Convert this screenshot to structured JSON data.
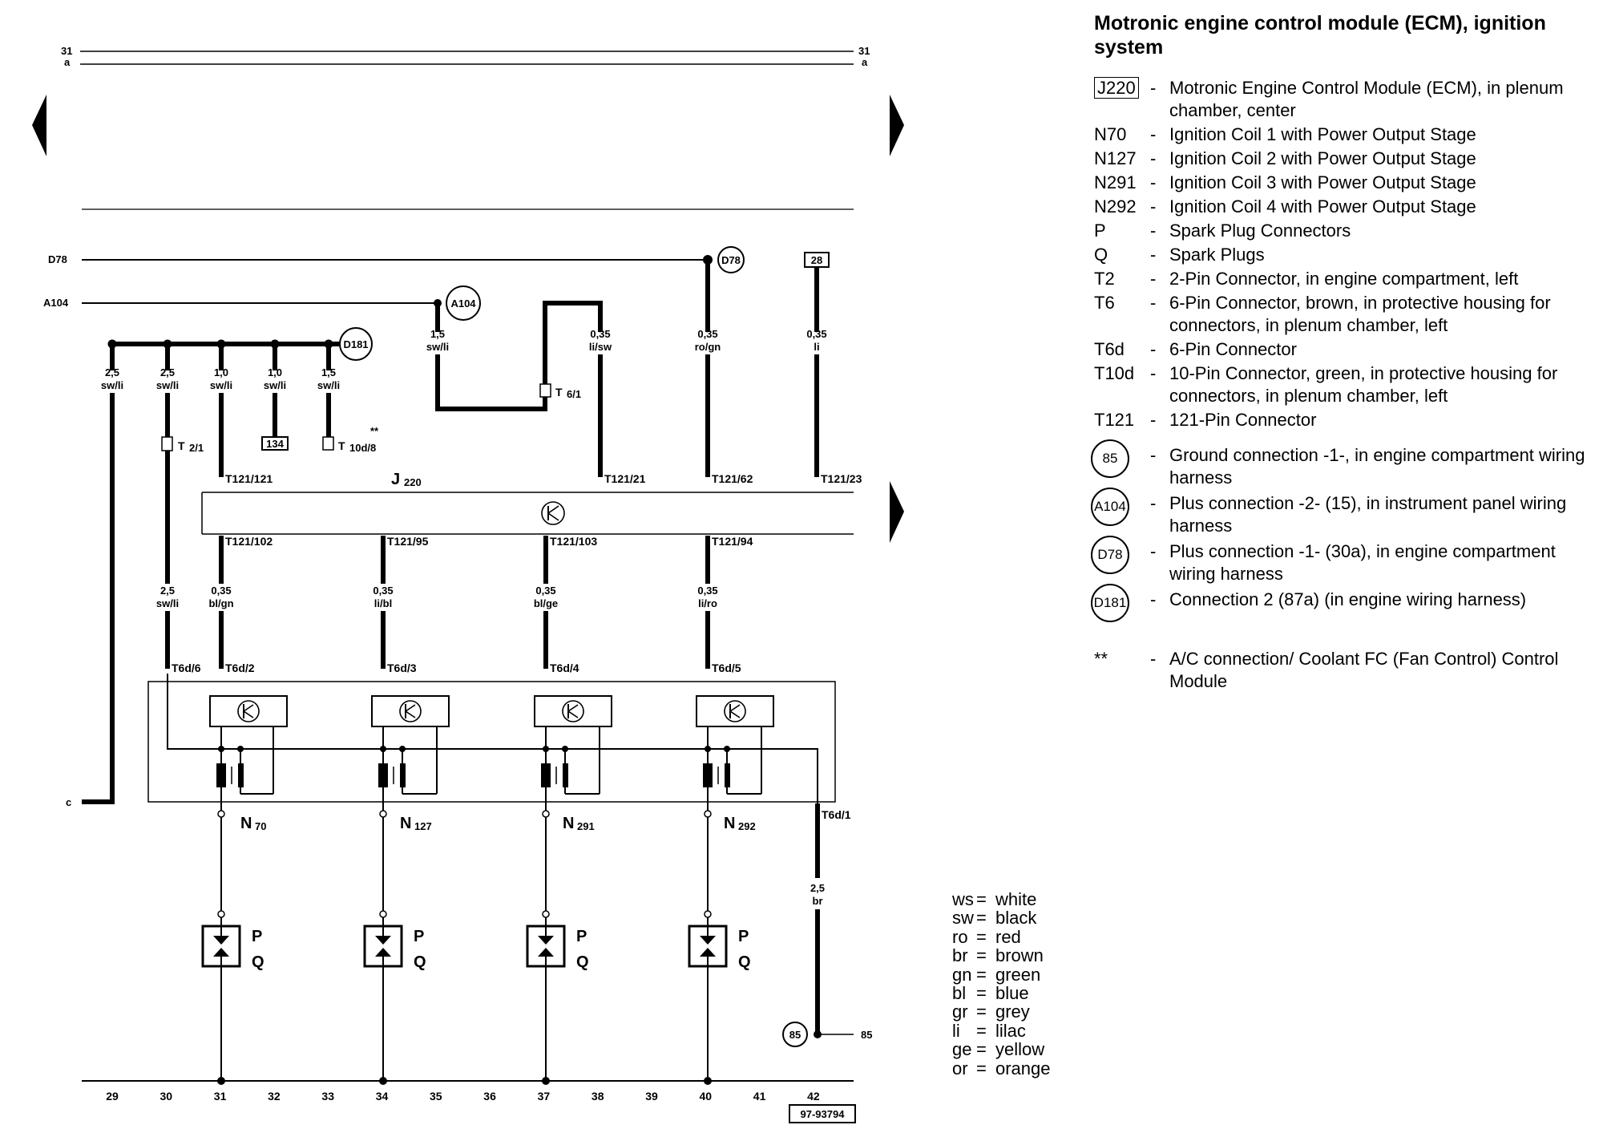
{
  "legend": {
    "title": "Motronic engine control module (ECM), ignition system",
    "items": [
      {
        "code": "J220",
        "boxed": true,
        "text": "Motronic Engine Control Module (ECM), in plenum chamber, center"
      },
      {
        "code": "N70",
        "text": "Ignition Coil 1 with Power Output Stage"
      },
      {
        "code": "N127",
        "text": "Ignition Coil 2 with Power Output Stage"
      },
      {
        "code": "N291",
        "text": "Ignition Coil 3 with Power Output Stage"
      },
      {
        "code": "N292",
        "text": "Ignition Coil 4 with Power Output Stage"
      },
      {
        "code": "P",
        "text": "Spark Plug Connectors"
      },
      {
        "code": "Q",
        "text": "Spark Plugs"
      },
      {
        "code": "T2",
        "text": "2-Pin Connector, in engine compartment, left"
      },
      {
        "code": "T6",
        "text": "6-Pin Connector, brown, in protective housing for connectors, in plenum chamber, left"
      },
      {
        "code": "T6d",
        "text": "6-Pin Connector"
      },
      {
        "code": "T10d",
        "text": "10-Pin Connector, green, in protective housing for connectors, in plenum chamber, left"
      },
      {
        "code": "T121",
        "text": "121-Pin Connector"
      }
    ],
    "grounds": [
      {
        "code": "85",
        "text": "Ground connection -1-, in engine compartment wiring harness"
      },
      {
        "code": "A104",
        "text": "Plus connection -2- (15), in instrument panel wiring harness"
      },
      {
        "code": "D78",
        "text": "Plus connection -1- (30a), in engine compartment wiring harness"
      },
      {
        "code": "D181",
        "text": "Connection 2 (87a) (in engine wiring harness)"
      }
    ],
    "note": {
      "code": "**",
      "text": "A/C connection/ Coolant FC (Fan Control) Control Module"
    }
  },
  "colors": [
    {
      "abbr": "ws",
      "name": "white"
    },
    {
      "abbr": "sw",
      "name": "black"
    },
    {
      "abbr": "ro",
      "name": "red"
    },
    {
      "abbr": "br",
      "name": "brown"
    },
    {
      "abbr": "gn",
      "name": "green"
    },
    {
      "abbr": "bl",
      "name": "blue"
    },
    {
      "abbr": "gr",
      "name": "grey"
    },
    {
      "abbr": "li",
      "name": "lilac"
    },
    {
      "abbr": "ge",
      "name": "yellow"
    },
    {
      "abbr": "or",
      "name": "orange"
    }
  ],
  "diagram": {
    "bus_31": "31",
    "bus_a": "a",
    "bus_d78": "D78",
    "bus_a104": "A104",
    "edge_c": "c",
    "ref_28": "28",
    "ref_134": "134",
    "double_star": "**",
    "ecm_label": "J",
    "ecm_sub": "220",
    "wires": {
      "w1_size": "2,5",
      "w1_color": "sw/li",
      "w2_size": "2,5",
      "w2_color": "sw/li",
      "w3_size": "1,0",
      "w3_color": "sw/li",
      "w4_size": "1,0",
      "w4_color": "sw/li",
      "w5_size": "1,5",
      "w5_color": "sw/li",
      "w6_size": "1,5",
      "w6_color": "sw/li",
      "w7_size": "0,35",
      "w7_color": "li/sw",
      "w8_size": "0,35",
      "w8_color": "ro/gn",
      "w9_size": "0,35",
      "w9_color": "li",
      "w10_size": "2,5",
      "w10_color": "sw/li",
      "w11_size": "0,35",
      "w11_color": "bl/gn",
      "w12_size": "0,35",
      "w12_color": "li/bl",
      "w13_size": "0,35",
      "w13_color": "bl/ge",
      "w14_size": "0,35",
      "w14_color": "li/ro",
      "w15_size": "2,5",
      "w15_color": "br"
    },
    "pins": {
      "t121_121": "T121/121",
      "t121_21": "T121/21",
      "t121_62": "T121/62",
      "t121_23": "T121/23",
      "t121_102": "T121/102",
      "t121_95": "T121/95",
      "t121_103": "T121/103",
      "t121_94": "T121/94",
      "t6d_6": "T6d/6",
      "t6d_2": "T6d/2",
      "t6d_3": "T6d/3",
      "t6d_4": "T6d/4",
      "t6d_5": "T6d/5",
      "t6d_1": "T6d/1",
      "t2_main": "T",
      "t2_sub": "2/1",
      "t6_main": "T",
      "t6_sub": "6/1",
      "t10_main": "T",
      "t10_sub": "10d/8"
    },
    "coils": {
      "n70_main": "N",
      "n70_sub": "70",
      "n127_main": "N",
      "n127_sub": "127",
      "n291_main": "N",
      "n291_sub": "291",
      "n292_main": "N",
      "n292_sub": "292"
    },
    "plug_p": "P",
    "plug_q": "Q",
    "ground_85": "85",
    "ground_85_right": "85",
    "circle_a104": "A104",
    "circle_d78": "D78",
    "circle_d181": "D181",
    "grid_numbers": [
      "29",
      "30",
      "31",
      "32",
      "33",
      "34",
      "35",
      "36",
      "37",
      "38",
      "39",
      "40",
      "41",
      "42"
    ],
    "drawing_id": "97-93794"
  }
}
